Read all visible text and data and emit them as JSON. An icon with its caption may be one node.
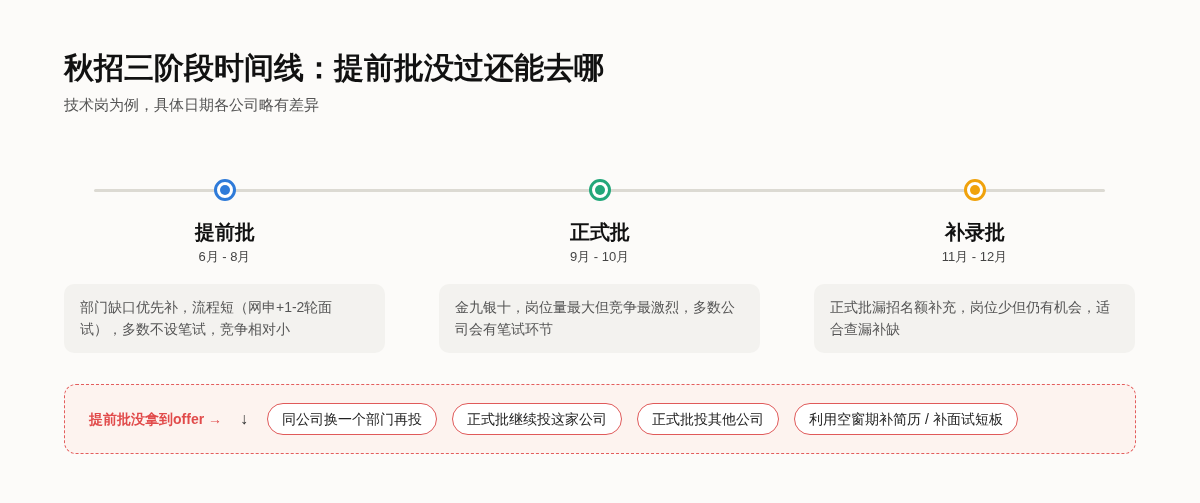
{
  "diagram": {
    "title": "秋招三阶段时间线：提前批没过还能去哪",
    "nodes": [
      {
        "text": [
          "提前批",
          "部门缺口优先补，流程短（网申+1-2轮面试），多数不设笔试，竞争相对小"
        ],
        "beside": [
          "6月 - 8月"
        ]
      },
      {
        "text": [
          "正式批",
          "金九银十，岗位量最大但竞争最激烈，多数公司会有笔试环节"
        ],
        "beside": [
          "9月 - 10月"
        ]
      },
      {
        "text": [
          "补录批",
          "正式批漏招名额补充，岗位少但仍有机会，适合查漏补缺"
        ],
        "beside": [
          "11月 - 12月"
        ]
      },
      {
        "text": [
          "提前批没拿到offer →",
          "↓"
        ]
      },
      {
        "text": [
          "同公司换一个部门再投"
        ],
        "in": 3
      },
      {
        "text": [
          "正式批继续投这家公司"
        ],
        "in": 3
      },
      {
        "text": [
          "正式批投其他公司"
        ],
        "in": 3
      },
      {
        "text": [
          "利用空窗期补简历 / 补面试短板"
        ],
        "in": 3
      }
    ],
    "labels": [
      "技术岗为例，具体日期各公司略有差异"
    ]
  }
}
